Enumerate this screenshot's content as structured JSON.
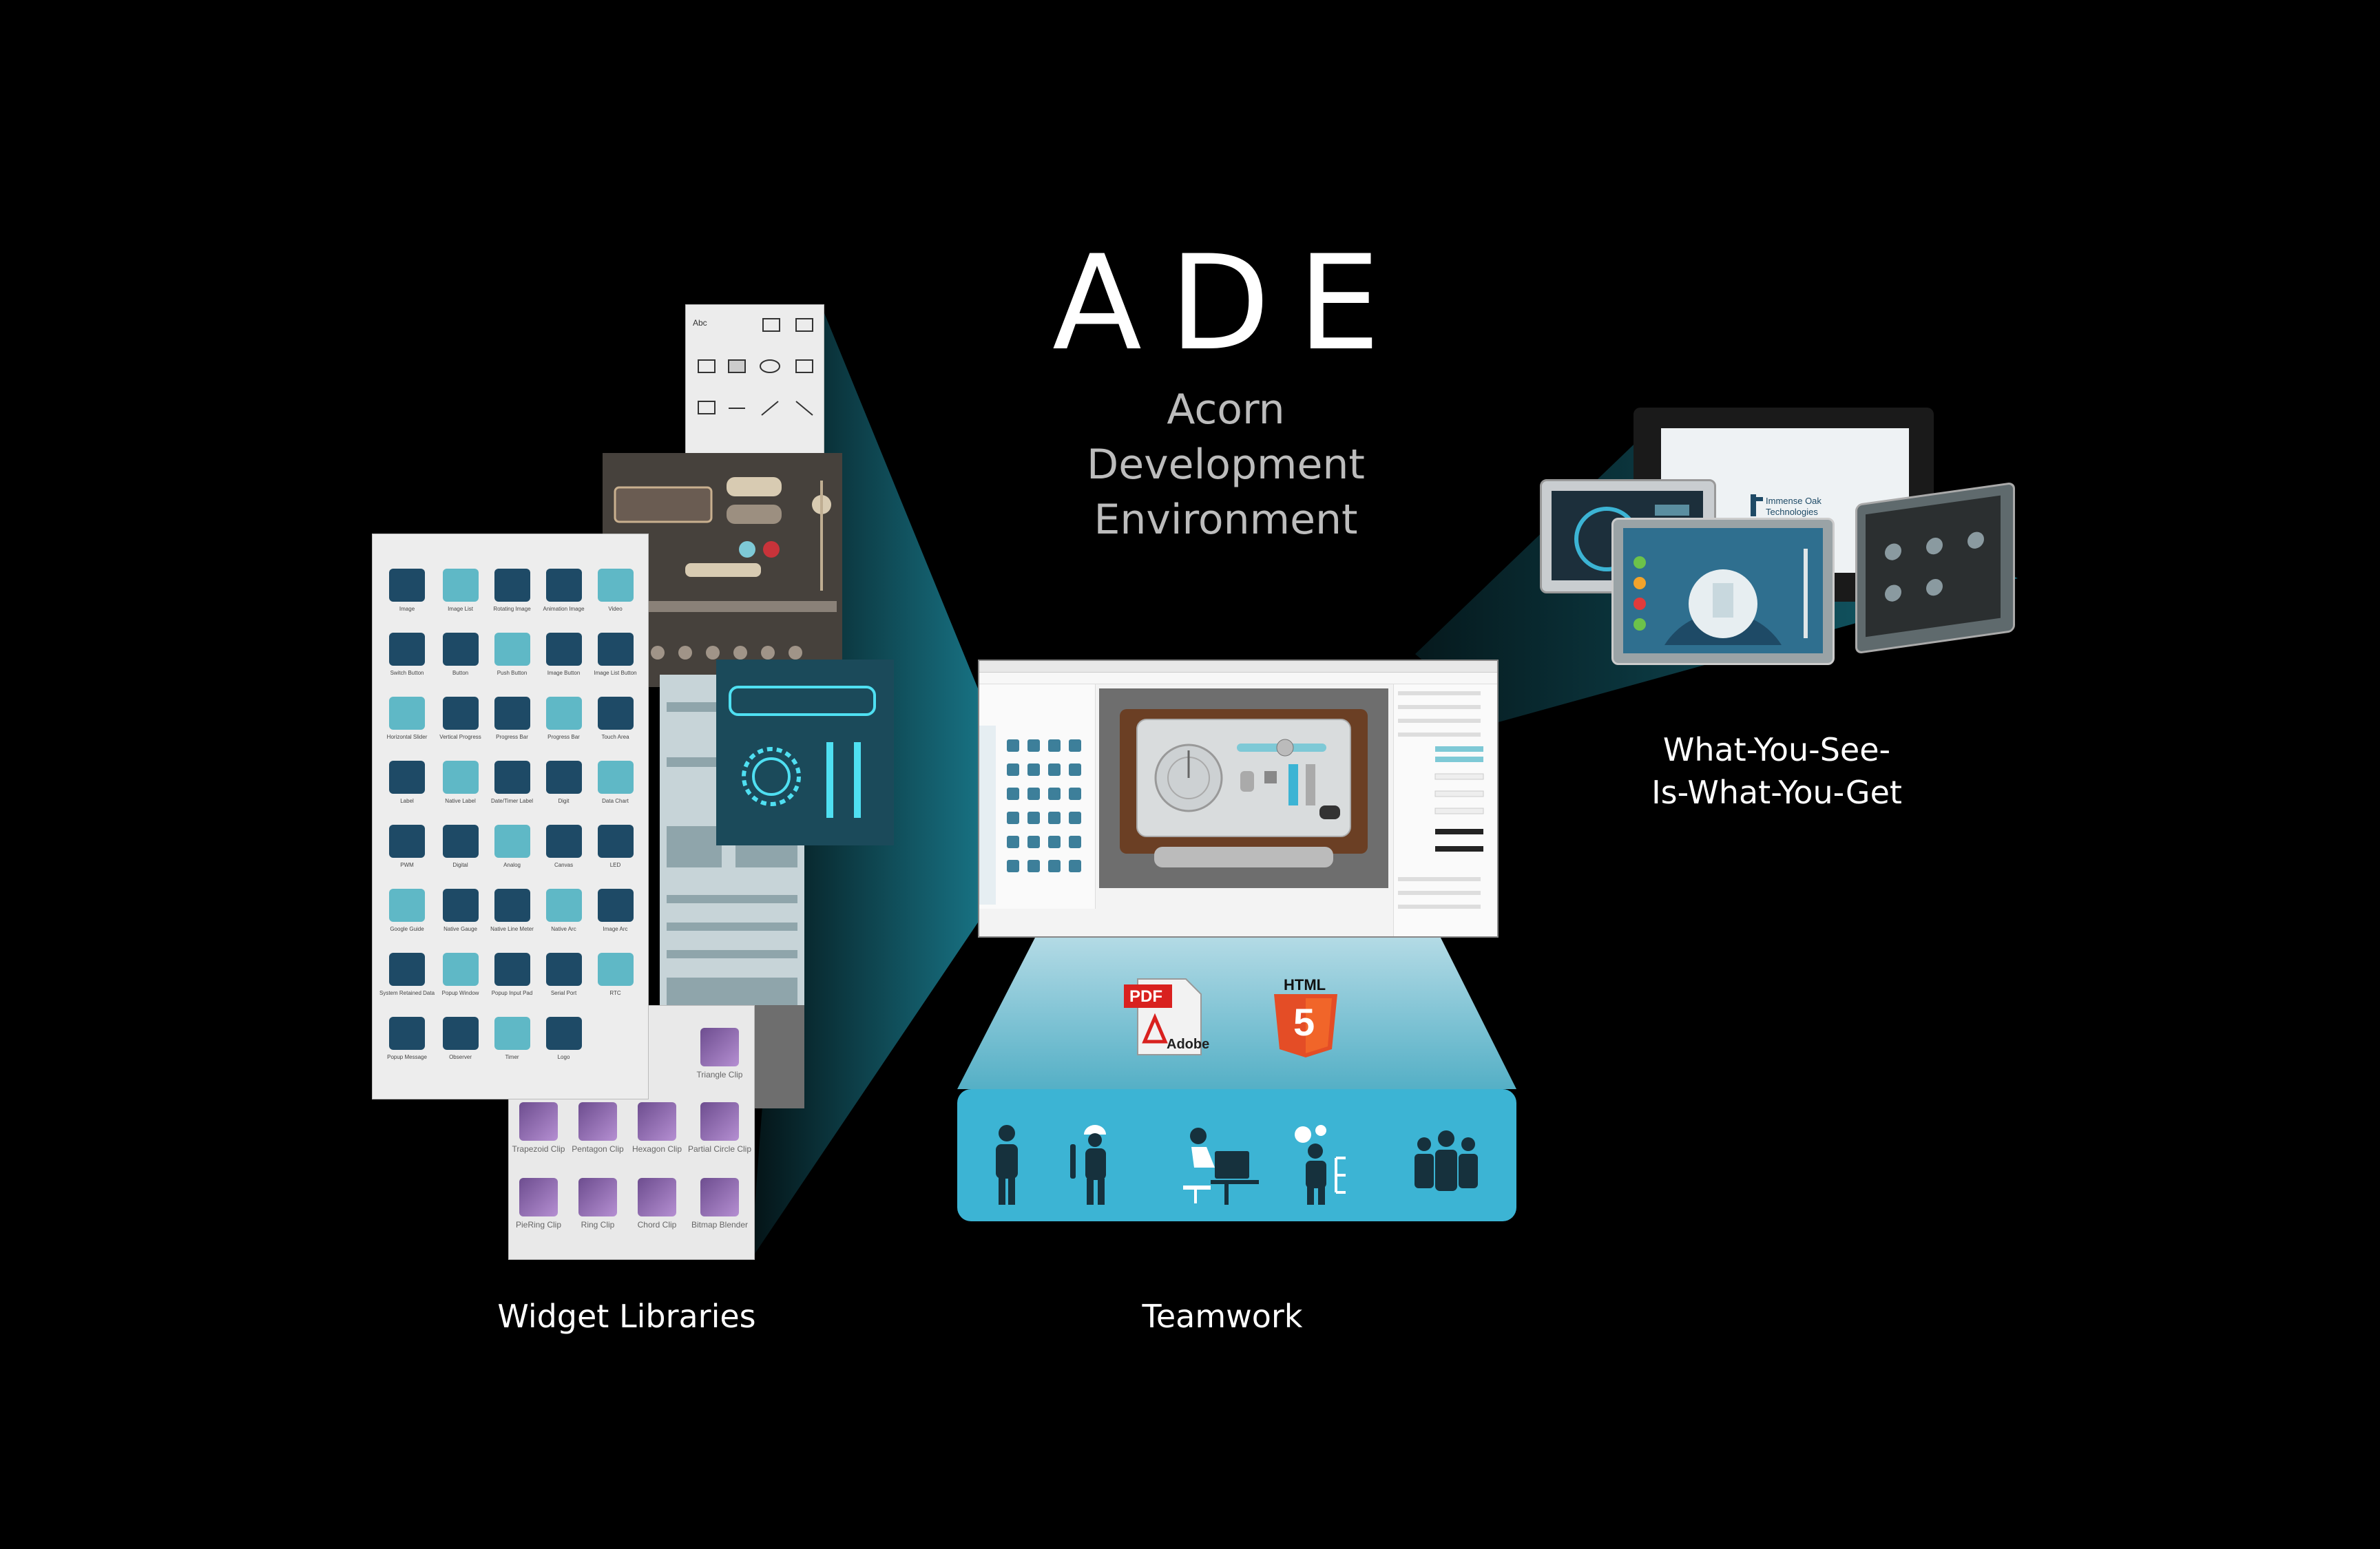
{
  "header": {
    "title": "ADE",
    "subtitle_lines": [
      "Acorn",
      "Development",
      "Environment"
    ]
  },
  "captions": {
    "widget_libraries": "Widget Libraries",
    "teamwork": "Teamwork",
    "wysiwyg_line1": "What-You-See-",
    "wysiwyg_line2": "Is-What-You-Get"
  },
  "widget_library": {
    "widgets": [
      {
        "label": "Image",
        "icon": "image-icon"
      },
      {
        "label": "Image List",
        "icon": "image-list-icon"
      },
      {
        "label": "Rotating Image",
        "icon": "rotating-image-icon"
      },
      {
        "label": "Animation Image",
        "icon": "animation-image-icon"
      },
      {
        "label": "Video",
        "icon": "video-icon"
      },
      {
        "label": "Switch Button",
        "icon": "switch-button-icon"
      },
      {
        "label": "Button",
        "icon": "button-icon"
      },
      {
        "label": "Push Button",
        "icon": "push-button-icon"
      },
      {
        "label": "Image Button",
        "icon": "image-button-icon"
      },
      {
        "label": "Image List Button",
        "icon": "image-list-button-icon"
      },
      {
        "label": "Horizontal Slider",
        "icon": "horizontal-slider-icon"
      },
      {
        "label": "Vertical Progress",
        "icon": "vertical-progress-icon"
      },
      {
        "label": "Progress Bar",
        "icon": "progress-bar-icon"
      },
      {
        "label": "Progress Bar",
        "icon": "progress-bar-vertical-icon"
      },
      {
        "label": "Touch Area",
        "icon": "touch-area-icon"
      },
      {
        "label": "Label",
        "icon": "label-icon"
      },
      {
        "label": "Native Label",
        "icon": "native-label-icon"
      },
      {
        "label": "Date/Timer Label",
        "icon": "date-timer-label-icon"
      },
      {
        "label": "Digit",
        "icon": "digit-icon"
      },
      {
        "label": "Data Chart",
        "icon": "data-chart-icon"
      },
      {
        "label": "PWM",
        "icon": "pwm-icon"
      },
      {
        "label": "Digital",
        "icon": "digital-icon"
      },
      {
        "label": "Analog",
        "icon": "analog-icon"
      },
      {
        "label": "Canvas",
        "icon": "canvas-icon"
      },
      {
        "label": "LED",
        "icon": "led-icon"
      },
      {
        "label": "Google Guide",
        "icon": "gauge-icon"
      },
      {
        "label": "Native Gauge",
        "icon": "native-gauge-icon"
      },
      {
        "label": "Native Line Meter",
        "icon": "line-meter-icon"
      },
      {
        "label": "Native Arc",
        "icon": "native-arc-icon"
      },
      {
        "label": "Image Arc",
        "icon": "image-arc-icon"
      },
      {
        "label": "System Retained Data",
        "icon": "retained-data-icon"
      },
      {
        "label": "Popup Window",
        "icon": "popup-window-icon"
      },
      {
        "label": "Popup Input Pad",
        "icon": "popup-input-pad-icon"
      },
      {
        "label": "Serial Port",
        "icon": "serial-port-icon"
      },
      {
        "label": "RTC",
        "icon": "rtc-icon"
      },
      {
        "label": "Popup Message",
        "icon": "popup-message-icon"
      },
      {
        "label": "Observer",
        "icon": "observer-icon"
      },
      {
        "label": "Timer",
        "icon": "timer-icon"
      },
      {
        "label": "Logo",
        "icon": "logo-icon"
      }
    ],
    "clips": [
      {
        "label": "Triangle Clip"
      },
      {
        "label": "Trapezoid Clip"
      },
      {
        "label": "Pentagon Clip"
      },
      {
        "label": "Hexagon Clip"
      },
      {
        "label": "Partial Circle Clip"
      },
      {
        "label": "PieRing Clip"
      },
      {
        "label": "Ring Clip"
      },
      {
        "label": "Chord Clip"
      },
      {
        "label": "Bitmap Blender"
      }
    ]
  },
  "exports": {
    "pdf_label": "PDF",
    "pdf_brand": "Adobe",
    "html_label": "HTML",
    "html_version": "5"
  },
  "team_roles": [
    "person-icon",
    "engineer-icon",
    "developer-at-desk-icon",
    "manager-with-gears-icon",
    "team-group-icon"
  ],
  "devices": {
    "brand_line1": "Immense Oak",
    "brand_line2": "Technologies"
  },
  "colors": {
    "background": "#000000",
    "beam": "#1f7c8f",
    "team_bar": "#3cb4d4",
    "icon_dark": "#1e4a66",
    "icon_light": "#5fb8c6"
  }
}
